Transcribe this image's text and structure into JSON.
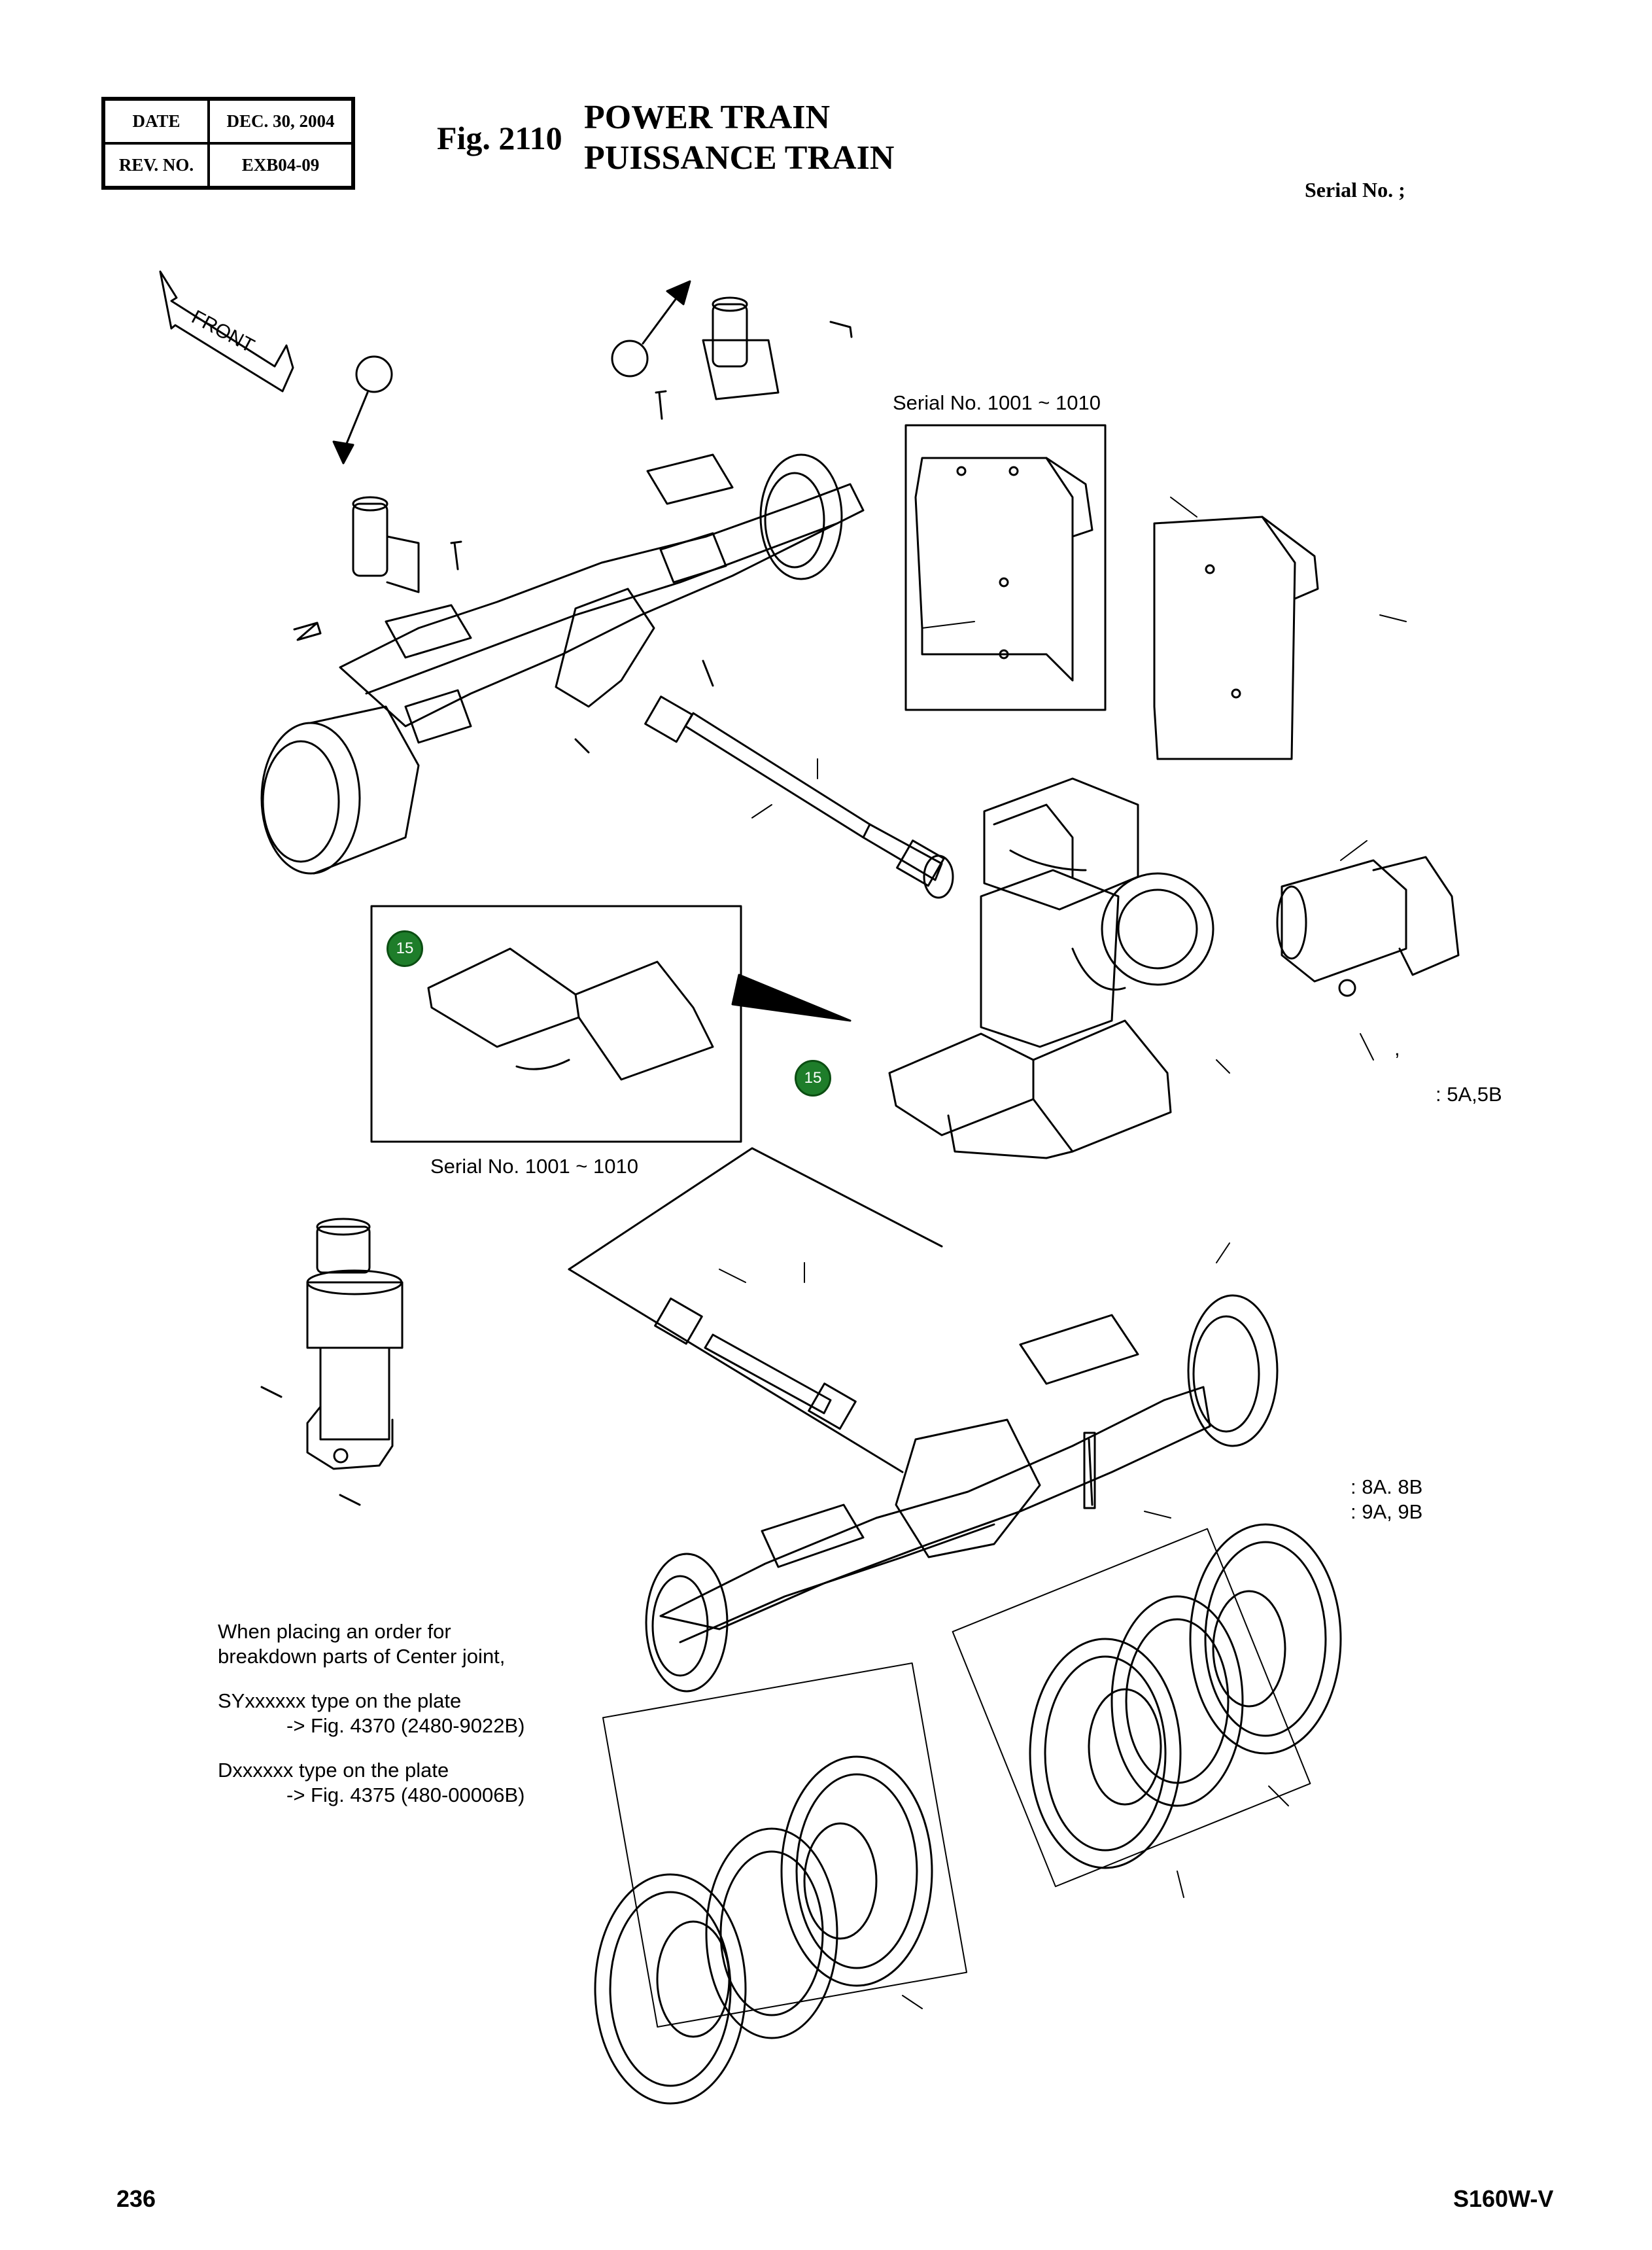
{
  "header": {
    "date_label": "DATE",
    "date_value": "DEC. 30, 2004",
    "rev_label": "REV. NO.",
    "rev_value": "EXB04-09",
    "fig_label": "Fig. 2110",
    "title_en": "POWER TRAIN",
    "title_fr": "PUISSANCE TRAIN",
    "serial_label": "Serial No. ;"
  },
  "diagram": {
    "front_arrow_label": "FRONT",
    "serial_range_upper": "Serial No. 1001 ~ 1010",
    "serial_range_lower": "Serial No. 1001 ~ 1010",
    "badge_1": "15",
    "badge_2": "15",
    "ref_5": ": 5A,5B",
    "ref_8": ": 8A. 8B",
    "ref_9": ": 9A, 9B",
    "comma_mark": ","
  },
  "note": {
    "line1": "When placing an order for",
    "line2": "breakdown parts of Center joint,",
    "line3": "SYxxxxxx type on the plate",
    "line4": "-> Fig. 4370 (2480-9022B)",
    "line5": "Dxxxxxx type on the plate",
    "line6": "-> Fig. 4375 (480-00006B)"
  },
  "footer": {
    "page_number": "236",
    "model": "S160W-V"
  }
}
